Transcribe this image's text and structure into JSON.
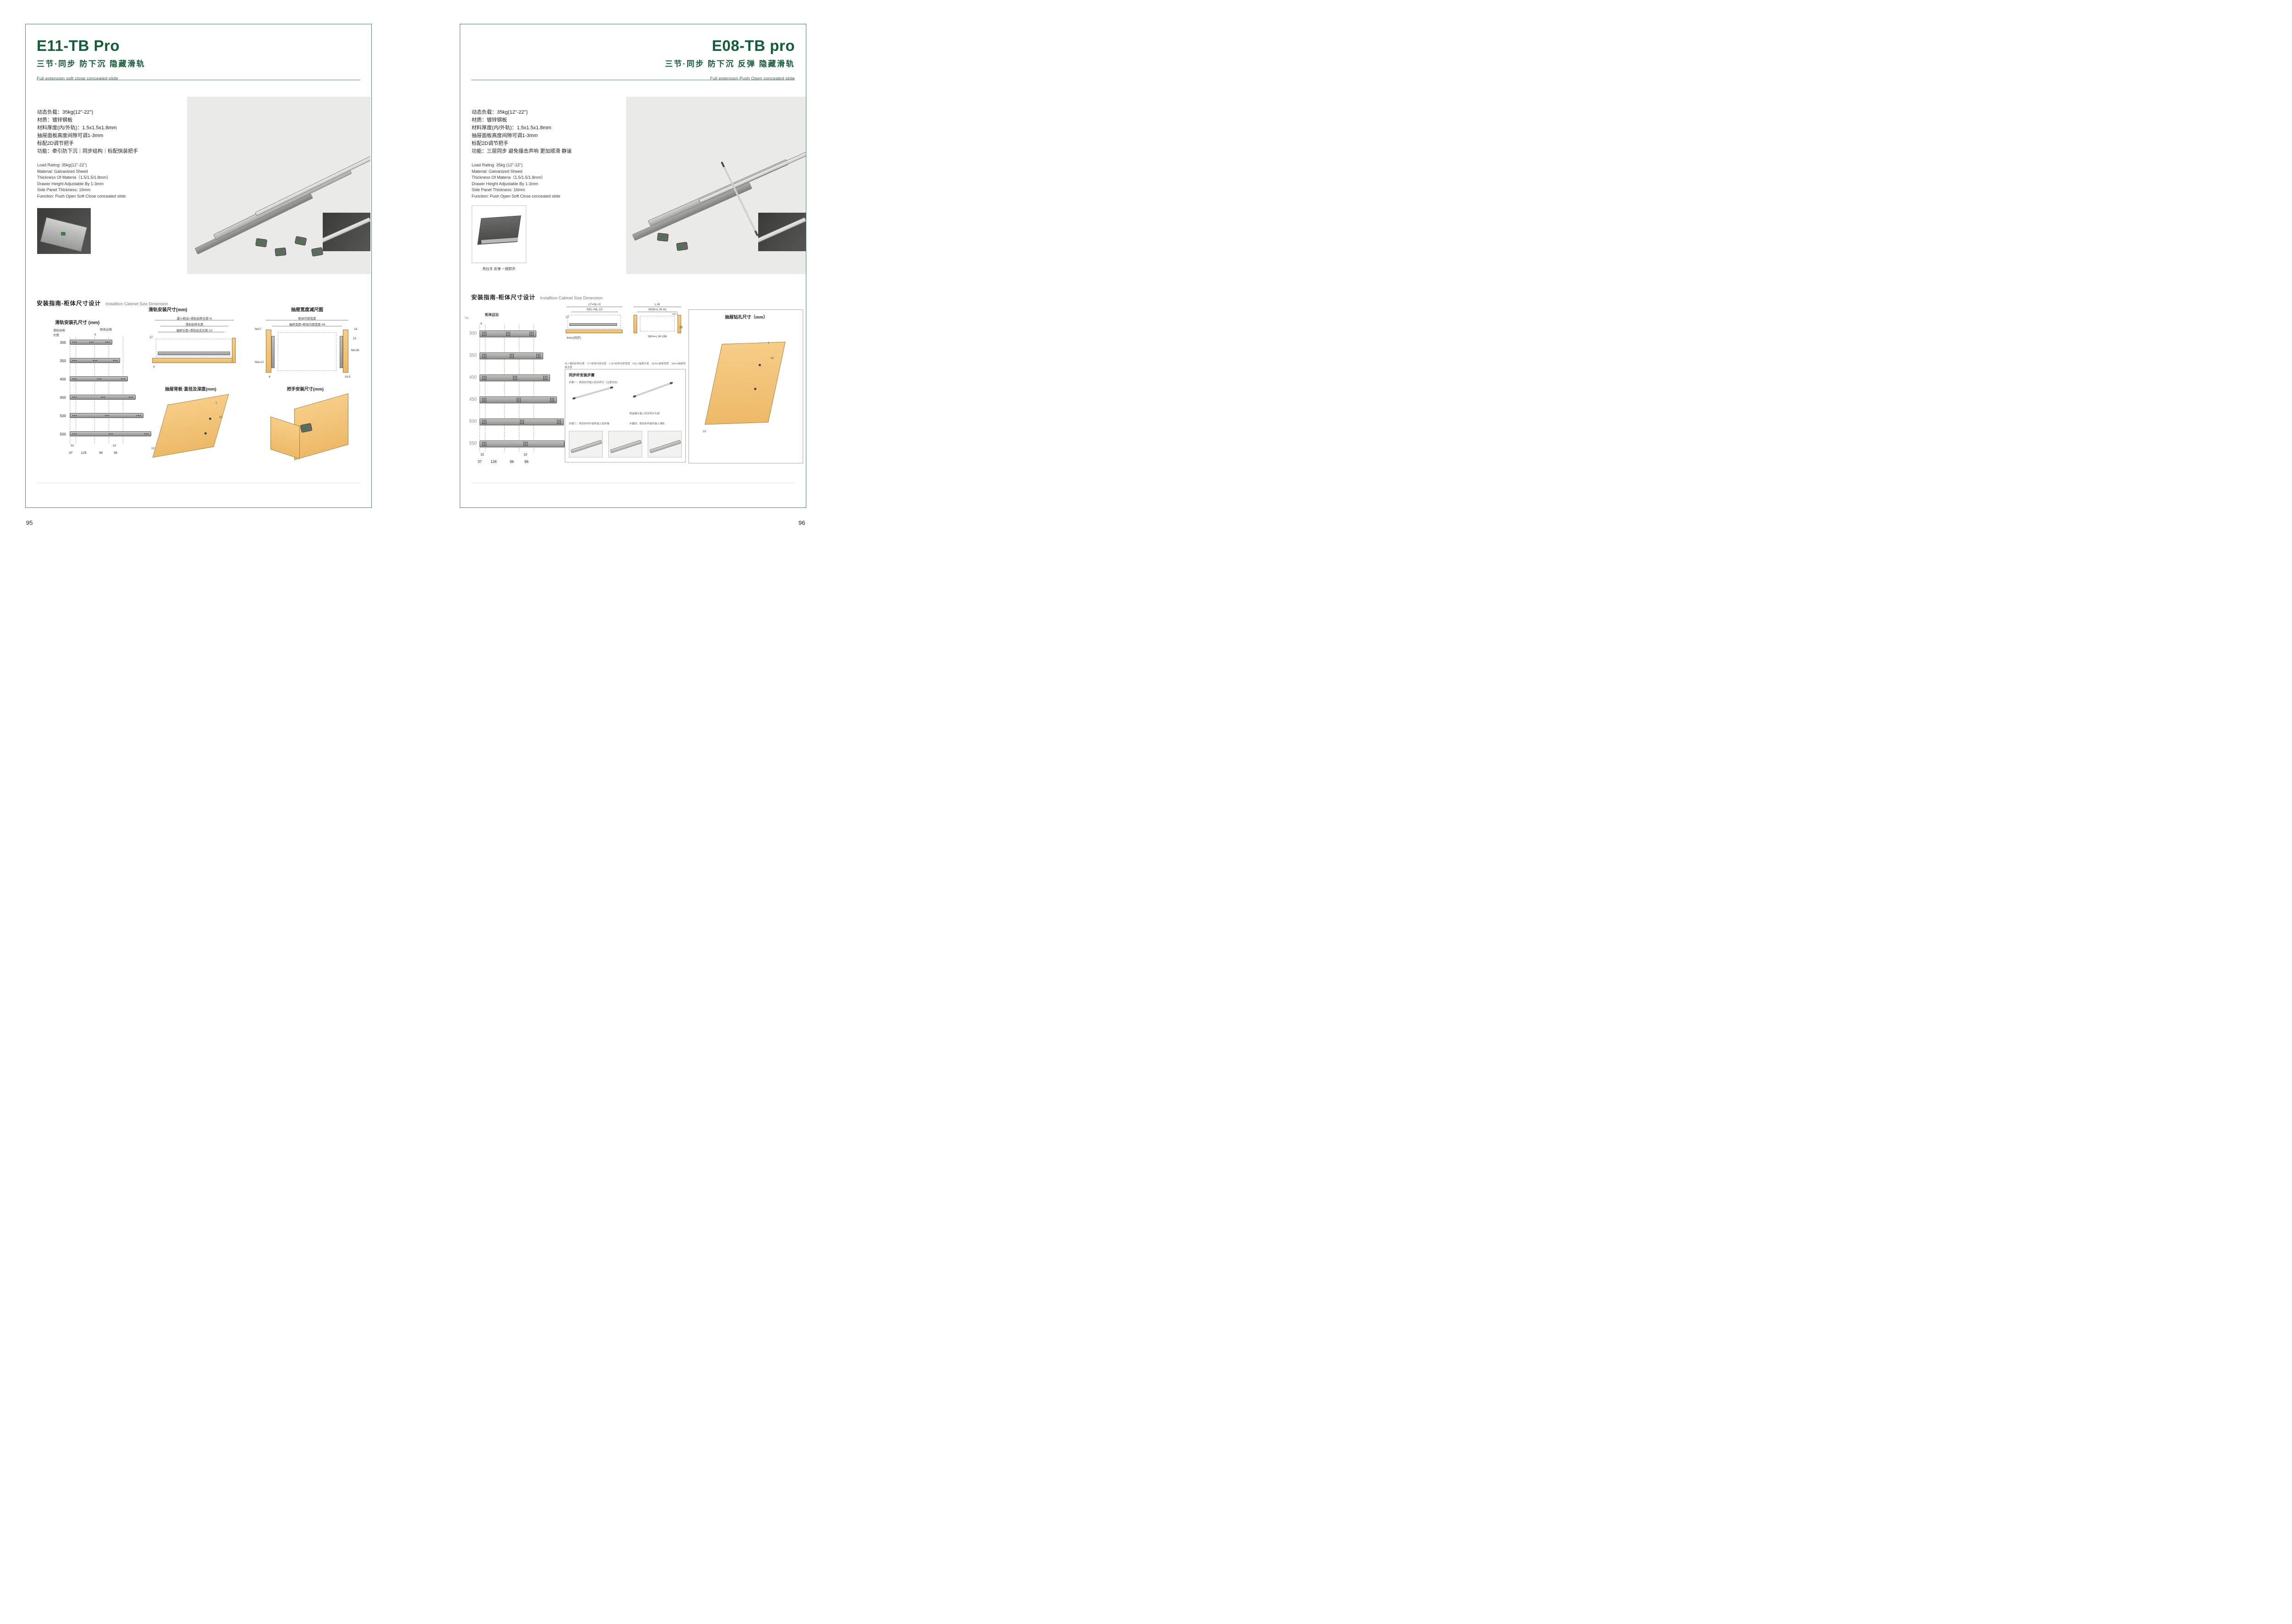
{
  "colors": {
    "brand_green": "#155c38",
    "wood_tan": "#f3c57d",
    "photo_gray": "#eaeae8"
  },
  "left": {
    "title": "E11-TB Pro",
    "subtitle": "三节·同步 防下沉 隐藏滑轨",
    "tagline": "Full extension soft close concealed slide",
    "specs_cn": [
      "动态负载：35kg(12\"-22\")",
      "材质：镀锌钢板",
      "材料厚度(内/外轨)：1.5x1.5x1.8mm",
      "抽屉面板高度间隙可调1-3mm",
      "标配2D调节把手",
      "功能：牵引防下沉｜同步结构｜标配快装把手"
    ],
    "specs_en": [
      "Load Rating: 35kg(12\"-22\")",
      "Material: Galvanized Sheed",
      "Thickness Of Materia（1.5/1.5/1.8mm）",
      "Drawer Height Adjustable By 1-3mm",
      "Side Panel Thickness: 16mm",
      "Function:  Push Open Soft Close concealed slide"
    ],
    "install": {
      "title_cn": "安装指南-柜体尺寸设计",
      "title_en": "Installtion Cabinet Size Dimension",
      "holes": {
        "title": "滑轨安装孔尺寸 (mm)",
        "rail_len_label": "滑轨标称长度",
        "edge_label": "柜体边缘",
        "d9": "9",
        "lengths": [
          "300",
          "350",
          "400",
          "450",
          "500",
          "550"
        ],
        "d32a": "32",
        "d32b": "32",
        "d37": "37",
        "d128": "128",
        "d96a": "96",
        "d96b": "96"
      },
      "side": {
        "title": "滑轨安装尺寸(mm)",
        "dim_top": "最小柜深=滑轨标称长度+8",
        "dim_mid": "滑轨标称长度",
        "dim_bottom": "抽屉长度=滑轨标志长度-10",
        "d37": "37",
        "d4": "4"
      },
      "width": {
        "title": "抽屉宽度减尺图",
        "dim_outer": "柜体内部宽度",
        "dim_inner": "抽屉宽度=柜体内部宽度-49",
        "min7": "Min7",
        "max12": "Max12",
        "d16": "16",
        "min36": "Min36",
        "d12": "12",
        "d245": "24.5",
        "d4": "4"
      },
      "back": {
        "title": "抽屉背板·直径及深度(mm)",
        "d7": "7",
        "d11": "11",
        "d10": "10"
      },
      "handle": {
        "title": "把手安装尺寸(mm)"
      }
    },
    "page_number": "95"
  },
  "right": {
    "title": "E08-TB pro",
    "subtitle": "三节·同步 防下沉 反弹 隐藏滑轨",
    "tagline": "Full extension Push Open concealed slide",
    "specs_cn": [
      "动态负载：35kg(12\"-22\")",
      "材质：镀锌钢板",
      "材料厚度(内/外轨)：1.5x1.5x1.8mm",
      "抽屉面板高度间隙可调1-3mm",
      "标配2D调节把手",
      "功能：三层同步 避免撞击声响 更加顺滑 静谧"
    ],
    "specs_en": [
      "Load Rating: 35kg (12\"-22\")",
      "Material: Galvanized Sheed",
      "Thickness Of Materia（1.5/1.5/1.8mm）",
      "Drawer Height Adjustable By 1-3mm",
      "Side Panel Thickness: 16mm",
      "Function:  Push Open Soft Close concealed slide"
    ],
    "photo_caption": "免拉手 反弹 一按即开",
    "install": {
      "title_cn": "安装指南-柜体尺寸设计",
      "title_en": "Installtion Cabinet Size Dimension",
      "holes": {
        "edge_label": "柜体边沿",
        "nl": "NL.",
        "d9": "9",
        "lengths": [
          "300",
          "350",
          "400",
          "450",
          "500",
          "550"
        ],
        "d32a": "32",
        "d32b": "32",
        "d37": "37",
        "d128": "128",
        "d96a": "96",
        "d96b": "96"
      },
      "diagrams": {
        "f_lt": "LT=NL+0",
        "f_dkl": "DKL=NL-10",
        "d37": "37",
        "d4mm": "4mm(同步)",
        "f_lw": "L.W",
        "f_skw": "SKW=L.W-42",
        "f_skh": "SKH=L.W-156",
        "d25": "25",
        "dmin2": "min 2",
        "notes": "NL=滑轨标称长度　LT=柜体内部深度　L.W=柜体内部宽度　DKL=抽屉长度　SKW=抽屉宽度　SKH=抽屉侧板长度"
      },
      "sync": {
        "title": "同步杆安装步骤",
        "step1": "步骤一：将同步杆插入同步杆针（注意方向）",
        "step2": "将金属头插入同步杆针头部",
        "step3": "步骤三：将同步杆针组件插入同步轴",
        "step4": "步骤四：将同步杆组件装入滑轨"
      },
      "drill": {
        "title": "抽屉钻孔尺寸（mm）",
        "d7": "7",
        "d11": "11",
        "d10": "10"
      }
    },
    "page_number": "96"
  }
}
